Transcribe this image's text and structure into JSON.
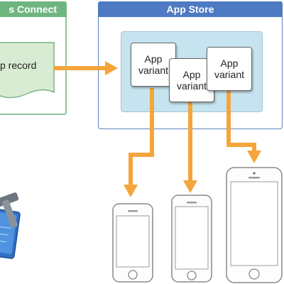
{
  "panels": {
    "connect_title": "s Connect",
    "store_title": "App Store"
  },
  "app_record": {
    "label": "p record"
  },
  "variants": [
    {
      "label": "App variant"
    },
    {
      "label": "App variant"
    },
    {
      "label": "App variant"
    }
  ],
  "colors": {
    "connect_header": "#6fb580",
    "store_header": "#4d7ac2",
    "arrow": "#f4a53b",
    "inner_box": "#c6e4ef"
  },
  "icons": [
    "xcode-icon",
    "iphone-small-icon",
    "iphone-medium-icon",
    "iphone-large-icon"
  ]
}
